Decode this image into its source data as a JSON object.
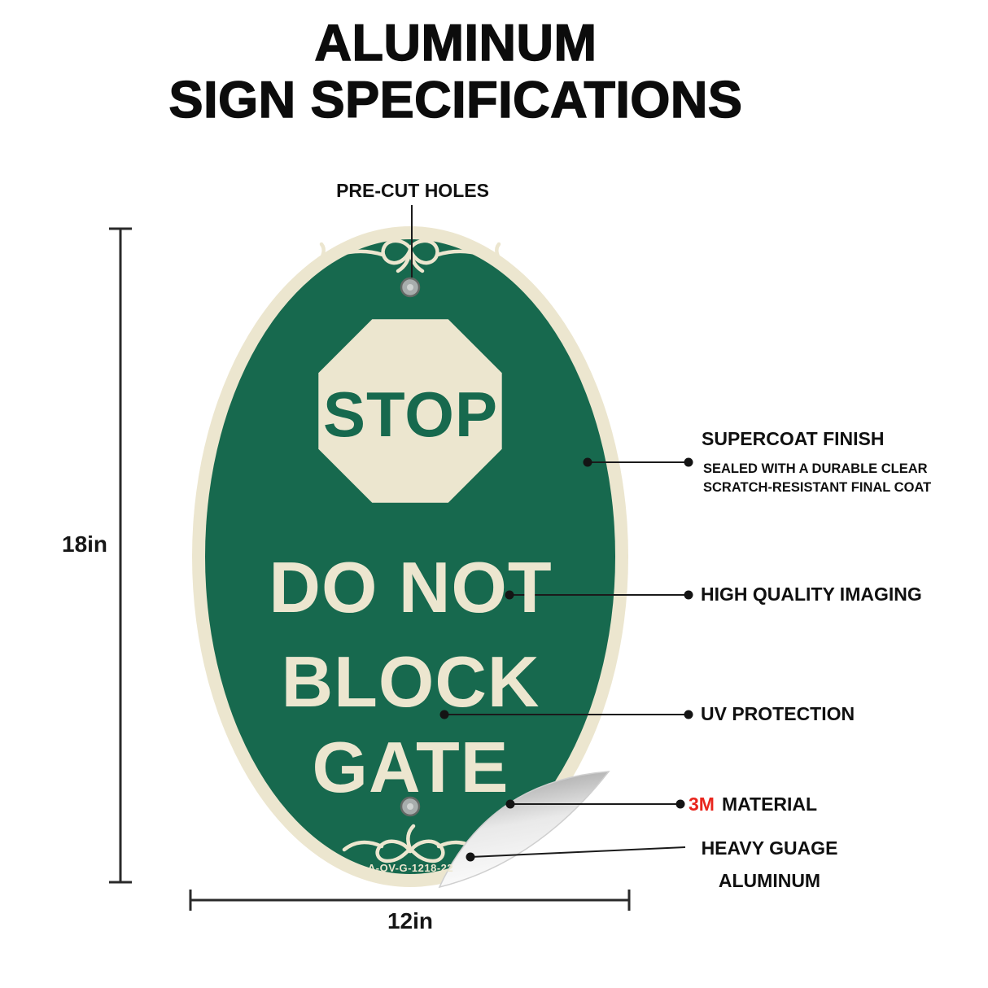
{
  "title": {
    "line1": "ALUMINUM",
    "line2": "SIGN SPECIFICATIONS"
  },
  "pre_cut_label": "PRE-CUT HOLES",
  "dimensions": {
    "height_label": "18in",
    "width_label": "12in"
  },
  "sign": {
    "stop_text": "STOP",
    "message_line1": "DO NOT",
    "message_line2": "BLOCK",
    "message_line3": "GATE",
    "part_number": "A-OV-G-1218-22",
    "colors": {
      "sign_green": "#17694e",
      "sign_cream": "#ece6cf",
      "hole_gray": "#a7adac"
    }
  },
  "callouts": {
    "supercoat": {
      "label": "SUPERCOAT FINISH",
      "sub_line1": "SEALED WITH A DURABLE CLEAR",
      "sub_line2": "SCRATCH-RESISTANT FINAL COAT"
    },
    "imaging": {
      "label": "HIGH QUALITY IMAGING"
    },
    "uv": {
      "label": "UV PROTECTION"
    },
    "material": {
      "brand": "3M",
      "label": "MATERIAL",
      "brand_color": "#e8251d"
    },
    "aluminum": {
      "line1": "HEAVY GUAGE",
      "line2": "ALUMINUM"
    }
  }
}
